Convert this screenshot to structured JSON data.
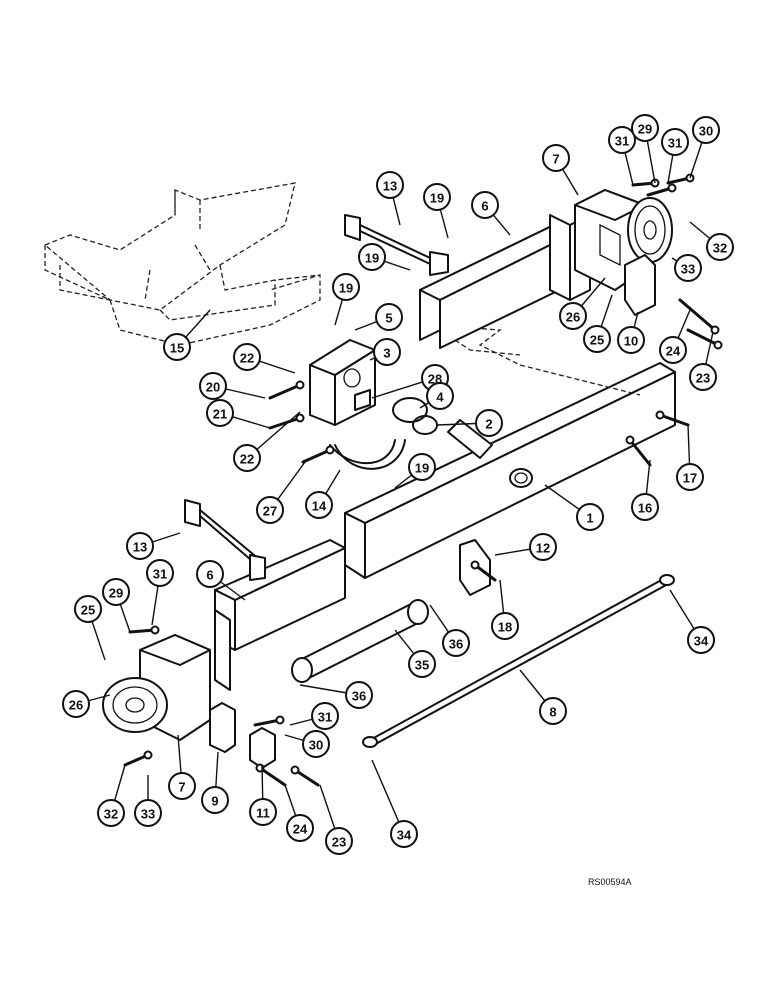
{
  "diagram": {
    "reference_code": "RS00594A",
    "callouts": [
      "31",
      "29",
      "31",
      "30",
      "7",
      "13",
      "19",
      "6",
      "32",
      "19",
      "33",
      "10",
      "24",
      "23",
      "15",
      "26",
      "25",
      "19",
      "5",
      "22",
      "3",
      "28",
      "20",
      "4",
      "21",
      "2",
      "22",
      "27",
      "14",
      "19",
      "16",
      "17",
      "1",
      "12",
      "13",
      "18",
      "6",
      "29",
      "31",
      "25",
      "26",
      "36",
      "35",
      "36",
      "34",
      "8",
      "31",
      "30",
      "32",
      "33",
      "7",
      "9",
      "11",
      "24",
      "23",
      "34"
    ]
  }
}
